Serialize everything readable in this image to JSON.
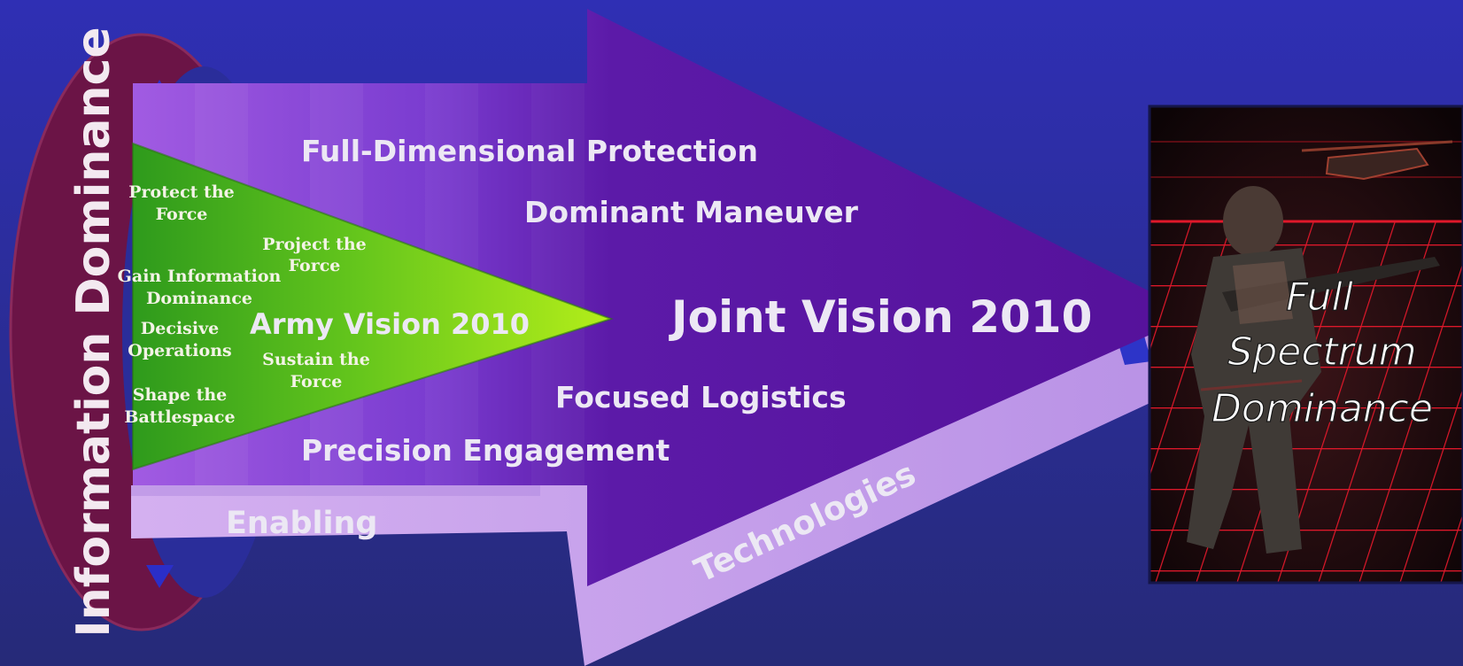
{
  "side_label": "Information Dominance",
  "pillars": {
    "full_dimensional_protection": "Full-Dimensional Protection",
    "dominant_maneuver": "Dominant Maneuver",
    "joint_vision": "Joint Vision 2010",
    "focused_logistics": "Focused Logistics",
    "precision_engagement": "Precision Engagement"
  },
  "army": {
    "title": "Army Vision 2010",
    "protect_force_1": "Protect the",
    "protect_force_2": "Force",
    "project_force_1": "Project the",
    "project_force_2": "Force",
    "gain_info_1": "Gain Information",
    "gain_info_2": "Dominance",
    "decisive_1": "Decisive",
    "decisive_2": "Operations",
    "sustain_1": "Sustain the",
    "sustain_2": "Force",
    "shape_1": "Shape the",
    "shape_2": "Battlespace"
  },
  "enabling": "Enabling",
  "technologies": "Technologies",
  "outcome": {
    "line1": "Full",
    "line2": "Spectrum",
    "line3": "Dominance"
  },
  "colors": {
    "background": "#2a2d9a",
    "ring": "#6b1446",
    "arrow": "#55129a",
    "green_cone": "#41b020",
    "lime_cone": "#a8e418",
    "enabling_band": "#c7a2ea",
    "grid_red": "#e0182a"
  }
}
